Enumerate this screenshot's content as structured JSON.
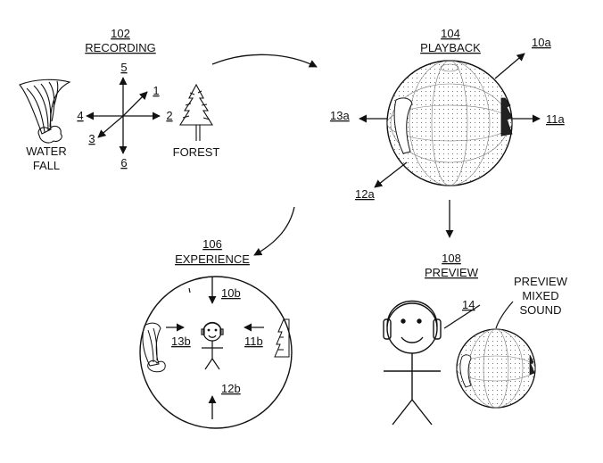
{
  "recording": {
    "ref": "102",
    "title": "RECORDING"
  },
  "axes": {
    "a1": "1",
    "a2": "2",
    "a3": "3",
    "a4": "4",
    "a5": "5",
    "a6": "6"
  },
  "waterfall": {
    "line1": "WATER",
    "line2": "FALL"
  },
  "forest": {
    "label": "FOREST"
  },
  "playback": {
    "ref": "104",
    "title": "PLAYBACK",
    "v10a": "10a",
    "v11a": "11a",
    "v12a": "12a",
    "v13a": "13a"
  },
  "experience": {
    "ref": "106",
    "title": "EXPERIENCE",
    "v10b": "10b",
    "v11b": "11b",
    "v12b": "12b",
    "v13b": "13b"
  },
  "preview": {
    "ref": "108",
    "title": "PREVIEW",
    "link": "14",
    "sound1": "PREVIEW",
    "sound2": "MIXED",
    "sound3": "SOUND"
  },
  "colors": {
    "ink": "#111111",
    "background": "#ffffff"
  }
}
